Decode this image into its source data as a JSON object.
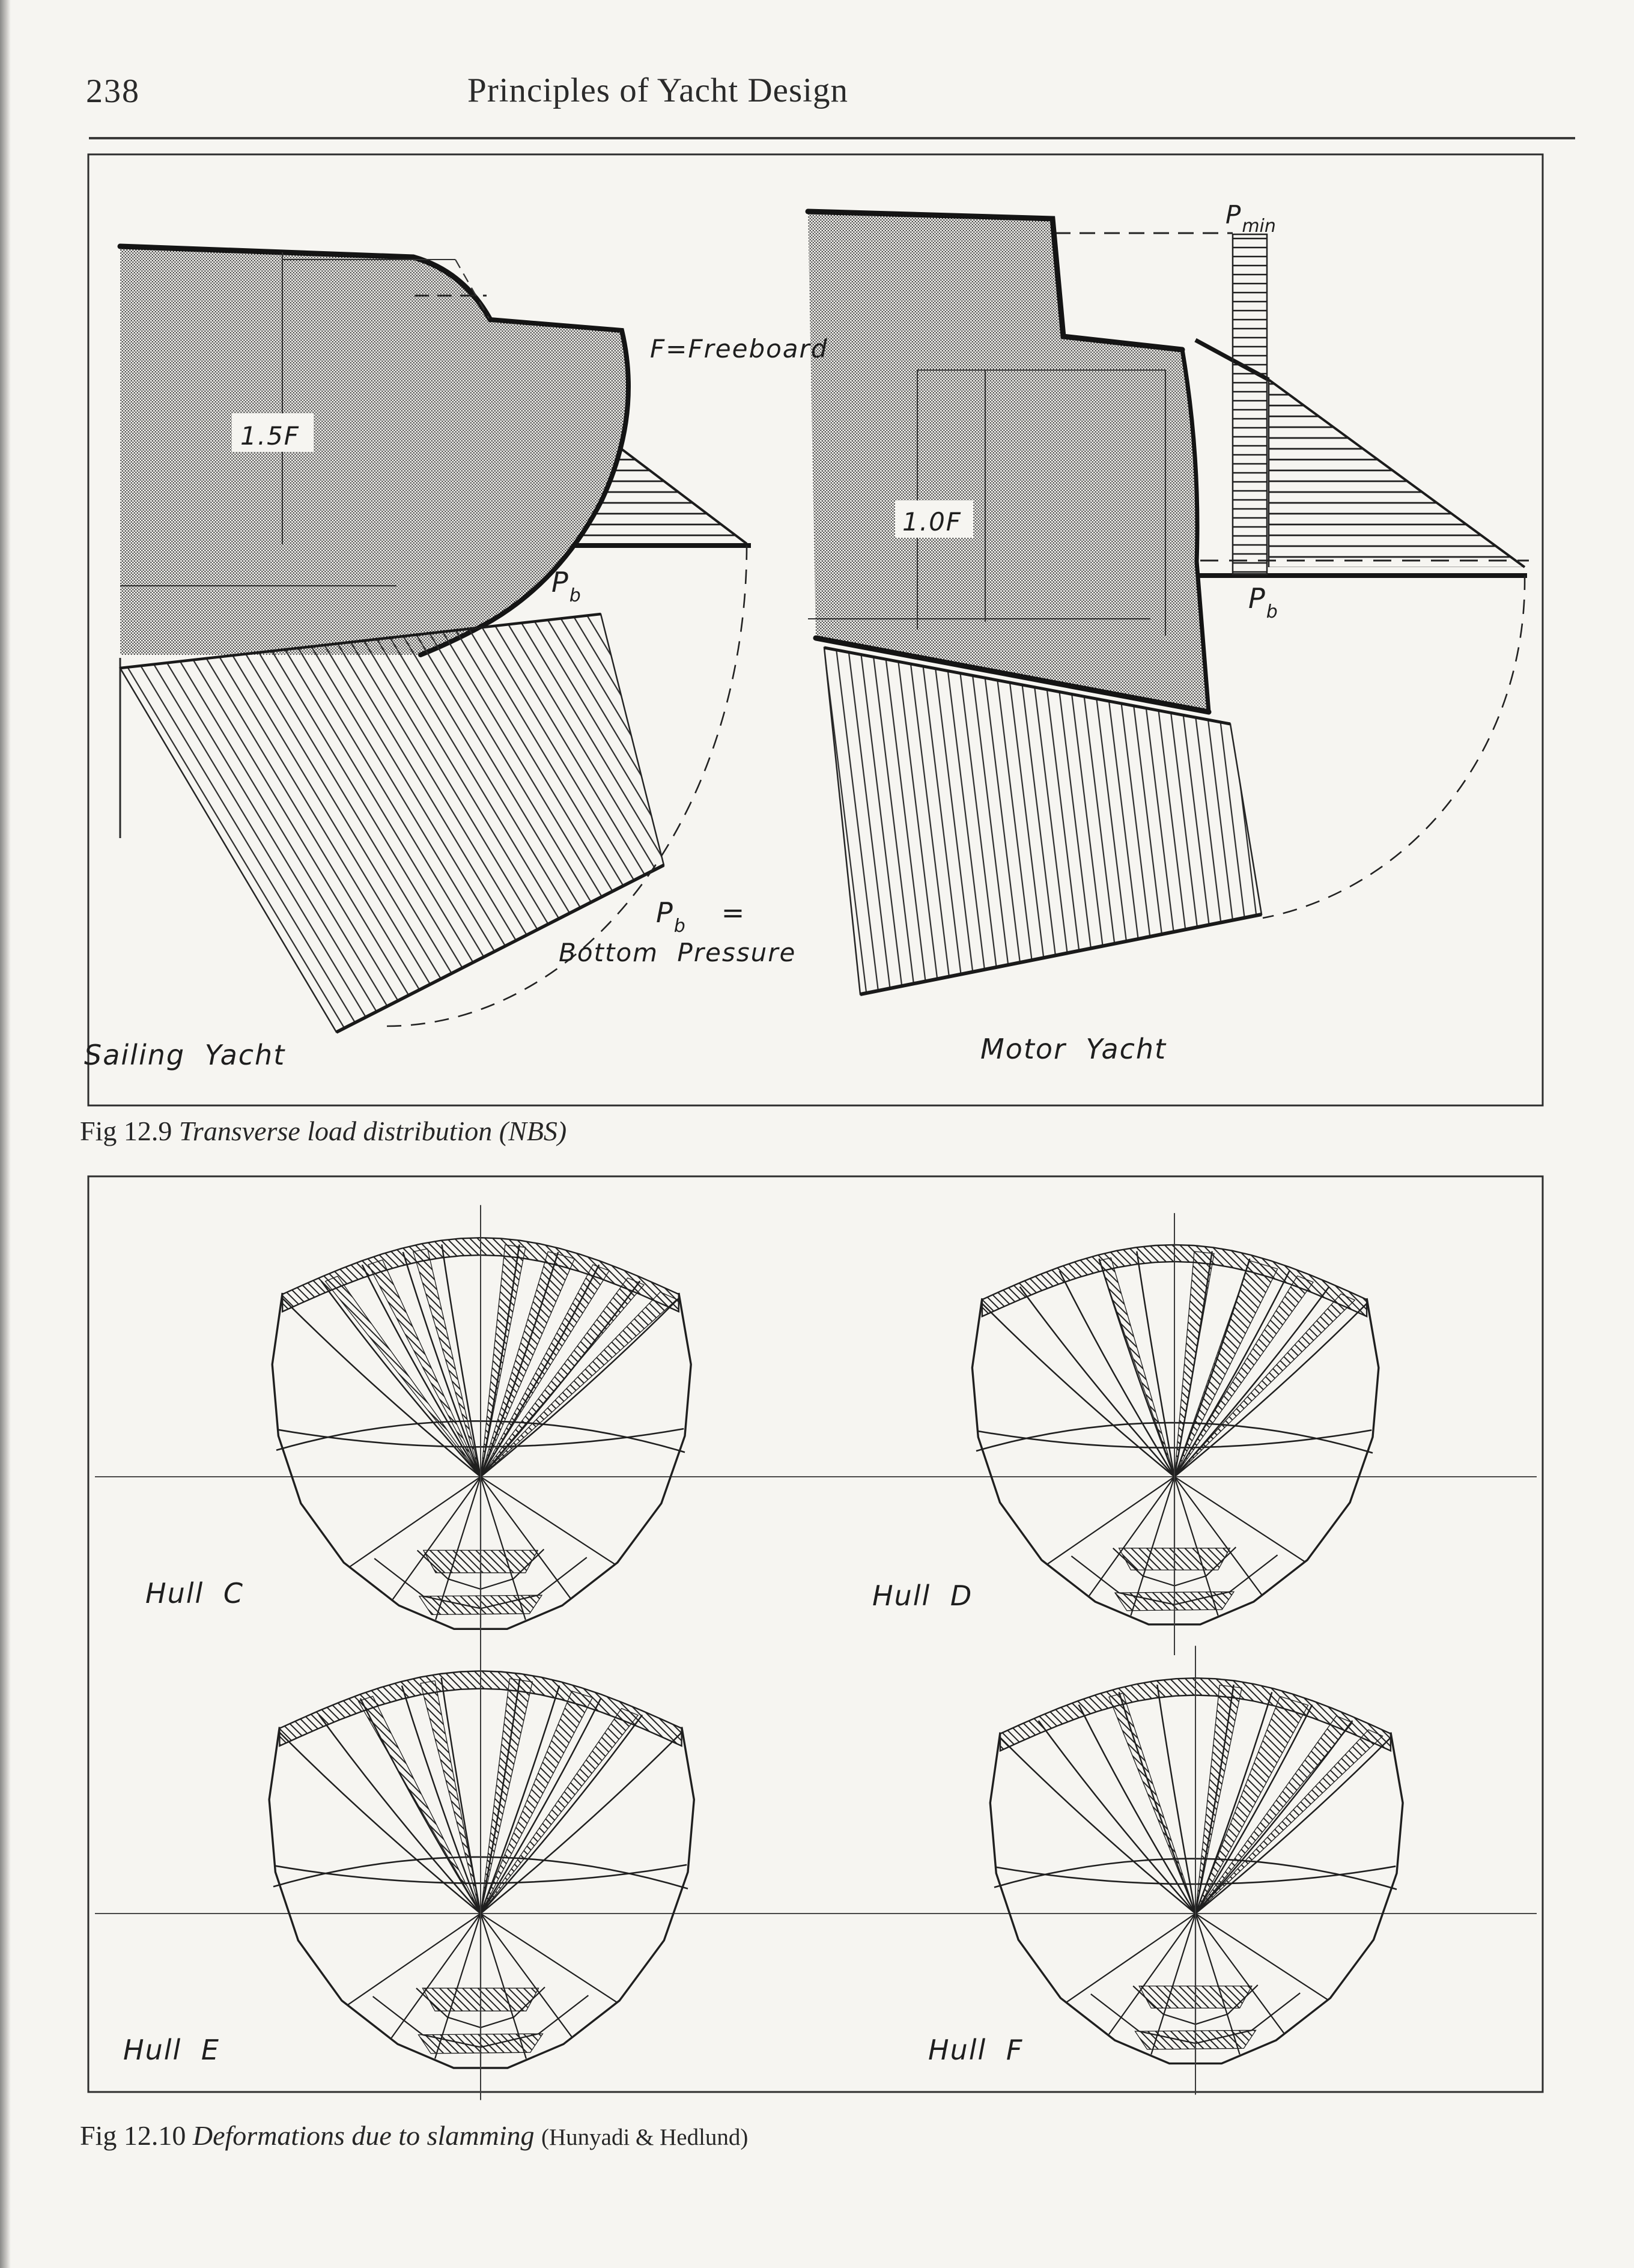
{
  "header": {
    "page_number": "238",
    "title": "Principles of Yacht Design"
  },
  "fig1": {
    "caption_fig": "Fig 12.9",
    "caption_title": "Transverse load distribution (NBS)",
    "labels": {
      "freeboard": "F=Freeboard",
      "f15": "1.5F",
      "f10": "1.0F",
      "p": "P",
      "b_sub": "b",
      "min_sub": "min",
      "equals": "=",
      "bottom_pressure": "Bottom Pressure",
      "sailing": "Sailing Yacht",
      "motor": "Motor Yacht"
    }
  },
  "fig2": {
    "caption_fig": "Fig 12.10",
    "caption_title": "Deformations due to slamming",
    "caption_source": "(Hunyadi & Hedlund)",
    "hulls": [
      {
        "label": "Hull C"
      },
      {
        "label": "Hull D"
      },
      {
        "label": "Hull E"
      },
      {
        "label": "Hull F"
      }
    ]
  },
  "colors": {
    "ink": "#1f1f1f",
    "paper": "#f6f5f1"
  }
}
